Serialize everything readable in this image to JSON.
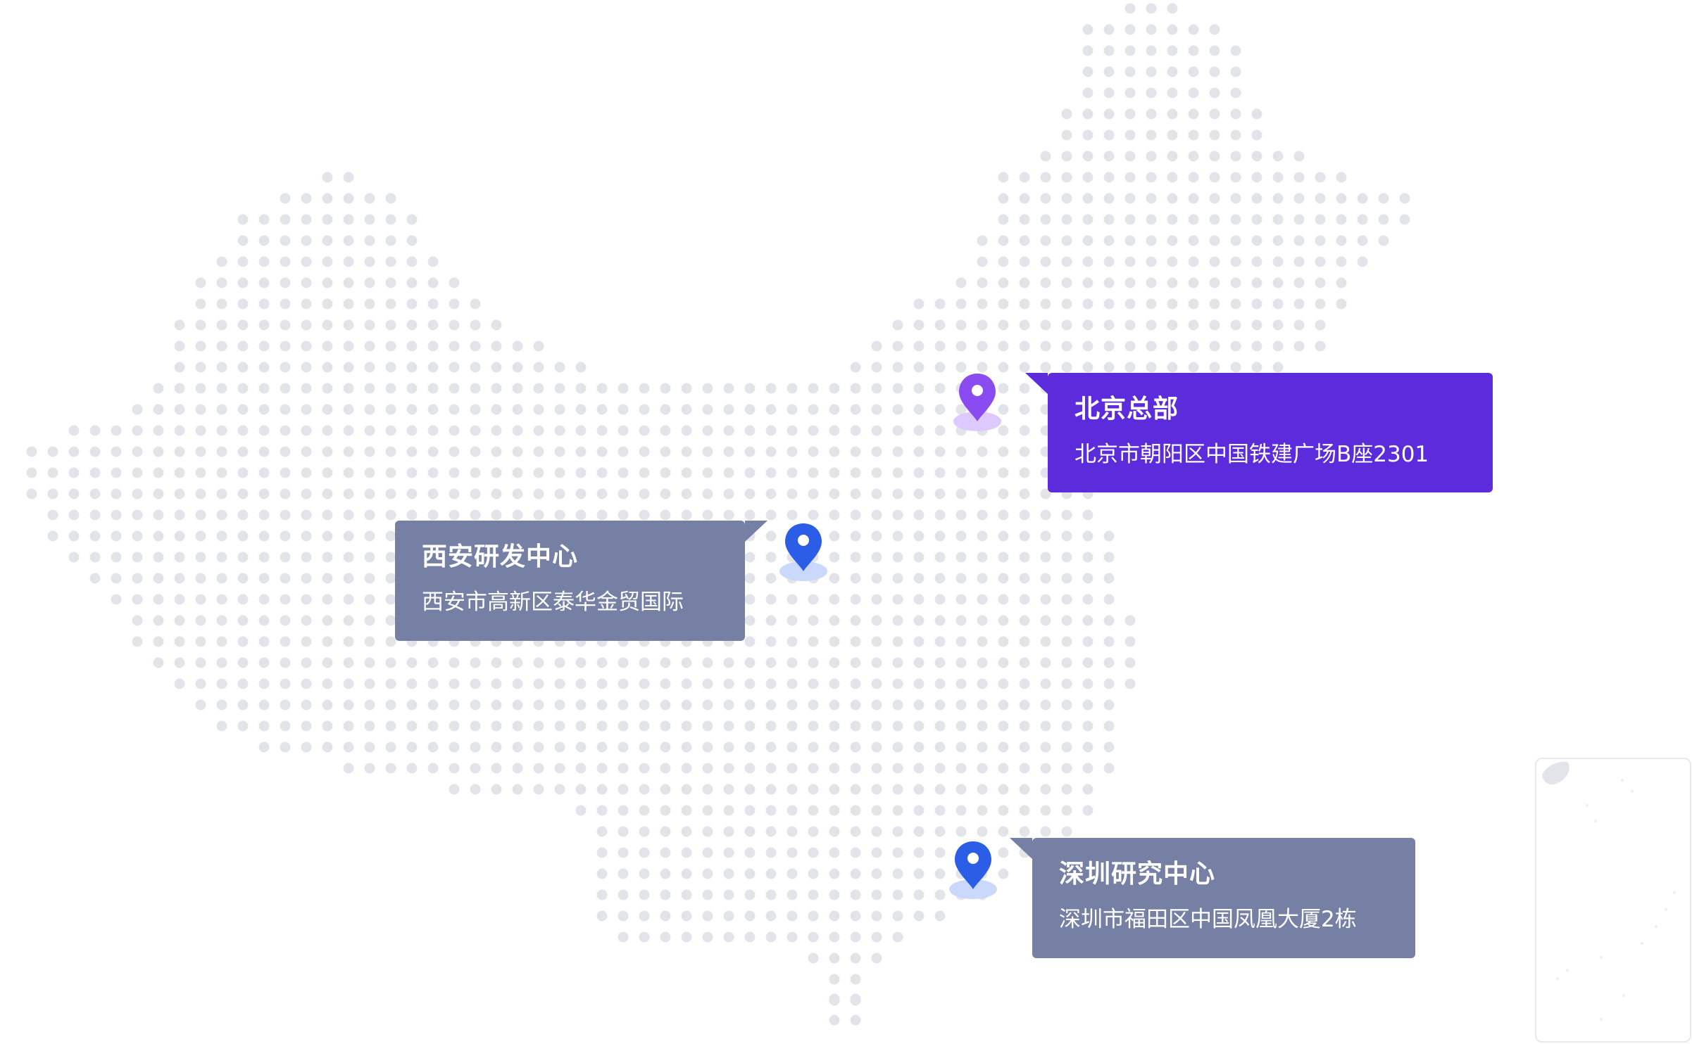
{
  "map": {
    "dot_color": "#e3e4ea",
    "background": "#ffffff"
  },
  "locations": [
    {
      "id": "beijing",
      "title": "北京总部",
      "address": "北京市朝阳区中国铁建广场B座2301",
      "card_color": "#5b2bdc",
      "pin_color": "#8a4cf0",
      "pin_halo": "#ddc9fb",
      "icon": "map-pin-icon"
    },
    {
      "id": "xian",
      "title": "西安研发中心",
      "address": "西安市高新区泰华金贸国际",
      "card_color": "#7680a5",
      "pin_color": "#2b5de6",
      "pin_halo": "#c9d8fb",
      "icon": "map-pin-icon"
    },
    {
      "id": "shenzhen",
      "title": "深圳研究中心",
      "address": "深圳市福田区中国凤凰大厦2栋",
      "card_color": "#7680a5",
      "pin_color": "#2b5de6",
      "pin_halo": "#c9d8fb",
      "icon": "map-pin-icon"
    }
  ]
}
